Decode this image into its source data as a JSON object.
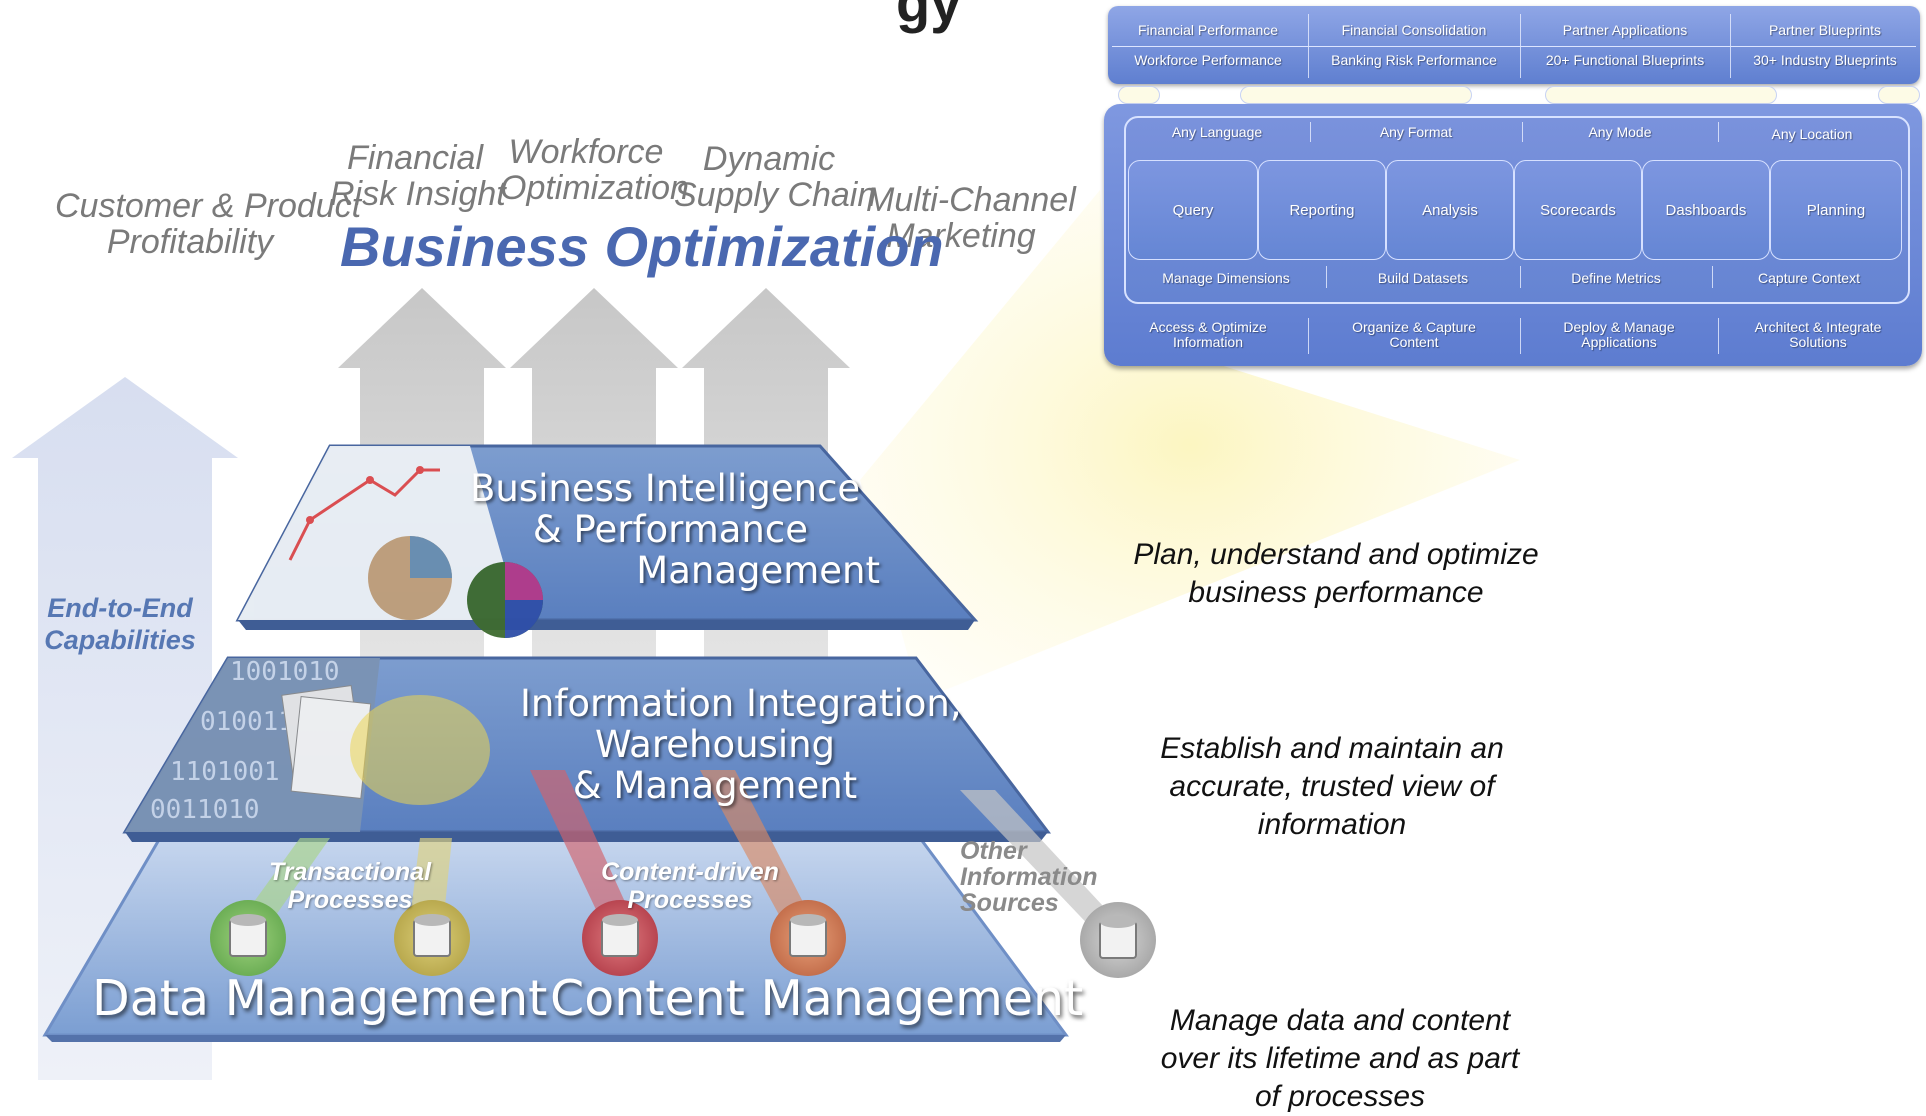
{
  "top_labels": {
    "customer_product": [
      "Customer & Product",
      "Profitability"
    ],
    "financial_risk": [
      "Financial",
      "Risk Insight"
    ],
    "workforce": [
      "Workforce",
      "Optimization"
    ],
    "supply_chain": [
      "Dynamic",
      "Supply Chain"
    ],
    "multichannel": [
      "Multi-Channel",
      "Marketing"
    ]
  },
  "business_optimization": "Business Optimization",
  "end_to_end": [
    "End-to-End",
    "Capabilities"
  ],
  "layers": {
    "bi": [
      "Business Intelligence",
      "& Performance",
      "Management"
    ],
    "integration": [
      "Information Integration,",
      "Warehousing",
      "& Management"
    ],
    "data_management": "Data Management",
    "content_management": "Content Management"
  },
  "processes": {
    "transactional": [
      "Transactional",
      "Processes"
    ],
    "content_driven": [
      "Content-driven",
      "Processes"
    ]
  },
  "other_sources": [
    "Other",
    "Information",
    "Sources"
  ],
  "descriptions": {
    "bi": [
      "Plan, understand and optimize",
      "business performance"
    ],
    "integration": [
      "Establish and maintain an",
      "accurate, trusted view of",
      "information"
    ],
    "data": [
      "Manage data and content",
      "over its lifetime and as part",
      "of processes"
    ]
  },
  "panel": {
    "row1": [
      "Financial Performance",
      "Financial Consolidation",
      "Partner Applications",
      "Partner Blueprints"
    ],
    "row2": [
      "Workforce Performance",
      "Banking Risk Performance",
      "20+ Functional Blueprints",
      "30+ Industry Blueprints"
    ],
    "row3": [
      "Any Language",
      "Any Format",
      "Any Mode",
      "Any Location"
    ],
    "tiles": [
      "Query",
      "Reporting",
      "Analysis",
      "Scorecards",
      "Dashboards",
      "Planning"
    ],
    "row4": [
      "Manage Dimensions",
      "Build Datasets",
      "Define Metrics",
      "Capture Context"
    ],
    "bottom": [
      [
        "Access & Optimize",
        "Information"
      ],
      [
        "Organize & Capture",
        "Content"
      ],
      [
        "Deploy & Manage",
        "Applications"
      ],
      [
        "Architect & Integrate",
        "Solutions"
      ]
    ]
  },
  "colors": {
    "accent_blue": "#4a68b0",
    "layer_blue": "#6d8fc6",
    "panel_blue": "#6a88d6",
    "beam_yellow": "#fbf4b4"
  }
}
